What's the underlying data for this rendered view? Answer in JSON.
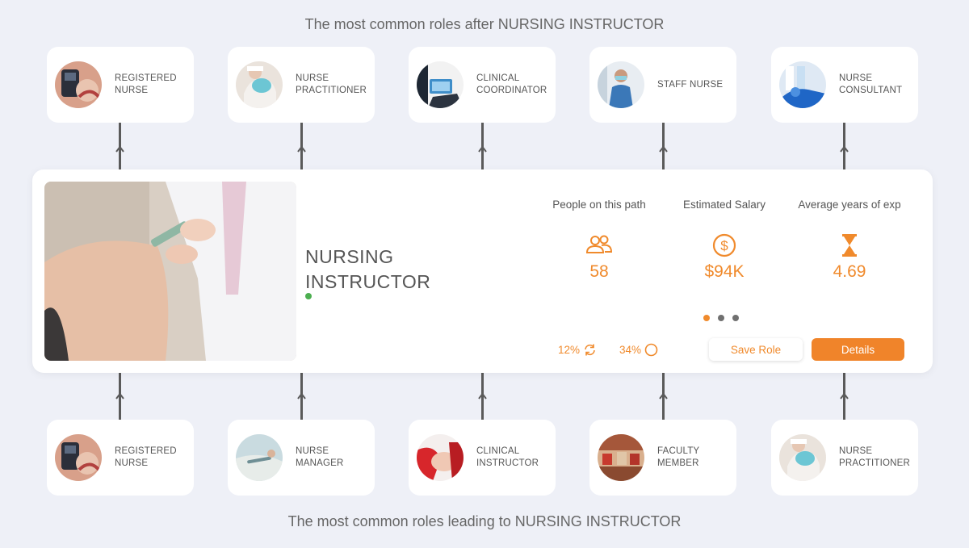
{
  "headings": {
    "top": "The most common roles after NURSING INSTRUCTOR",
    "bottom": "The most common roles leading to NURSING INSTRUCTOR"
  },
  "roles_after": [
    {
      "label": "REGISTERED NURSE",
      "icon": "registered-nurse-photo"
    },
    {
      "label": "NURSE PRACTITIONER",
      "icon": "nurse-practitioner-photo"
    },
    {
      "label": "CLINICAL COORDINATOR",
      "icon": "clinical-coordinator-photo"
    },
    {
      "label": "STAFF NURSE",
      "icon": "staff-nurse-photo"
    },
    {
      "label": "NURSE CONSULTANT",
      "icon": "nurse-consultant-photo"
    }
  ],
  "roles_before": [
    {
      "label": "REGISTERED NURSE",
      "icon": "registered-nurse-photo"
    },
    {
      "label": "NURSE MANAGER",
      "icon": "nurse-manager-photo"
    },
    {
      "label": "CLINICAL INSTRUCTOR",
      "icon": "clinical-instructor-photo"
    },
    {
      "label": "FACULTY MEMBER",
      "icon": "faculty-member-photo"
    },
    {
      "label": "NURSE PRACTITIONER",
      "icon": "nurse-practitioner-photo"
    }
  ],
  "current_role": {
    "title": "NURSING INSTRUCTOR",
    "stats": [
      {
        "label": "People on this path",
        "value": "58",
        "icon": "people-icon"
      },
      {
        "label": "Estimated Salary",
        "value": "$94K",
        "icon": "dollar-icon"
      },
      {
        "label": "Average years of exp",
        "value": "4.69",
        "icon": "hourglass-icon"
      }
    ],
    "metrics": [
      {
        "value": "12%",
        "icon": "refresh-icon"
      },
      {
        "value": "34%",
        "icon": "circle-icon"
      }
    ],
    "pager": {
      "count": 3,
      "active": 1
    },
    "save_label": "Save Role",
    "details_label": "Details"
  },
  "colors": {
    "accent": "#f08a2c",
    "background": "#eef0f7",
    "status": "#4caf50"
  }
}
